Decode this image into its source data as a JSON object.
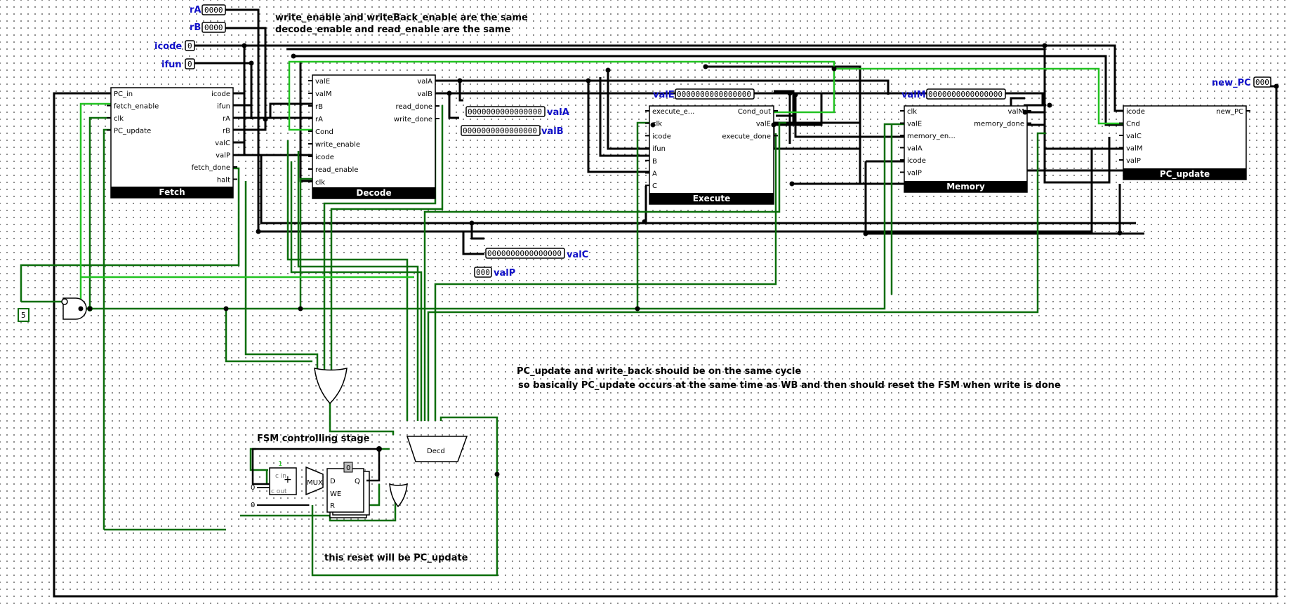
{
  "notes": {
    "note1": "write_enable and writeBack_enable are the same",
    "note2": "decode_enable and read_enable are the same",
    "note3": "PC_update and write_back should be on the same cycle",
    "note4": "so basically PC_update occurs at the same time as WB and then should reset the FSM when write is done",
    "note5": "FSM controlling stage",
    "note6": "this reset will be PC_update"
  },
  "pins": {
    "rA": {
      "label": "rA",
      "value": "0000"
    },
    "rB": {
      "label": "rB",
      "value": "0000"
    },
    "icode": {
      "label": "icode",
      "value": "0"
    },
    "ifun": {
      "label": "ifun",
      "value": "0"
    },
    "new_PC": {
      "label": "new_PC",
      "value": "000"
    },
    "valE": {
      "label": "valE",
      "value": "0000000000000000"
    },
    "valM": {
      "label": "valM",
      "value": "0000000000000000"
    },
    "valA": {
      "label": "valA",
      "value": "0000000000000000"
    },
    "valB": {
      "label": "valB",
      "value": "0000000000000000"
    },
    "valC": {
      "label": "valC",
      "value": "0000000000000000"
    },
    "valP": {
      "label": "valP",
      "value": "000"
    },
    "clock": {
      "value": "5"
    }
  },
  "fetch": {
    "title": "Fetch",
    "inputs": [
      "PC_in",
      "fetch_enable",
      "clk",
      "PC_update"
    ],
    "outputs": [
      "icode",
      "ifun",
      "rA",
      "rB",
      "valC",
      "valP",
      "fetch_done",
      "halt"
    ]
  },
  "decode": {
    "title": "Decode",
    "inputs": [
      "valE",
      "valM",
      "rB",
      "rA",
      "Cond",
      "write_enable",
      "icode",
      "read_enable",
      "clk"
    ],
    "outputs": [
      "valA",
      "valB",
      "read_done",
      "write_done"
    ]
  },
  "execute": {
    "title": "Execute",
    "inputs": [
      "execute_e...",
      "clk",
      "icode",
      "ifun",
      "B",
      "A",
      "C"
    ],
    "outputs": [
      "Cond_out",
      "valE",
      "execute_done"
    ]
  },
  "memory": {
    "title": "Memory",
    "inputs": [
      "clk",
      "valE",
      "memory_en...",
      "valA",
      "icode",
      "valP"
    ],
    "outputs": [
      "valM",
      "memory_done"
    ]
  },
  "pc_update": {
    "title": "PC_update",
    "inputs": [
      "icode",
      "Cnd",
      "valC",
      "valM",
      "valP"
    ],
    "outputs": [
      "new_PC"
    ]
  },
  "fsm": {
    "adder_cin": "c in",
    "adder_cout": "c out",
    "adder_op": "+",
    "adder_top": "1",
    "mux_label": "MUX",
    "reg_value": "0",
    "reg_d": "D",
    "reg_q": "Q",
    "reg_we": "WE",
    "reg_r": "R",
    "const1": "0",
    "const2": "0",
    "decoder_label": "Decd"
  }
}
